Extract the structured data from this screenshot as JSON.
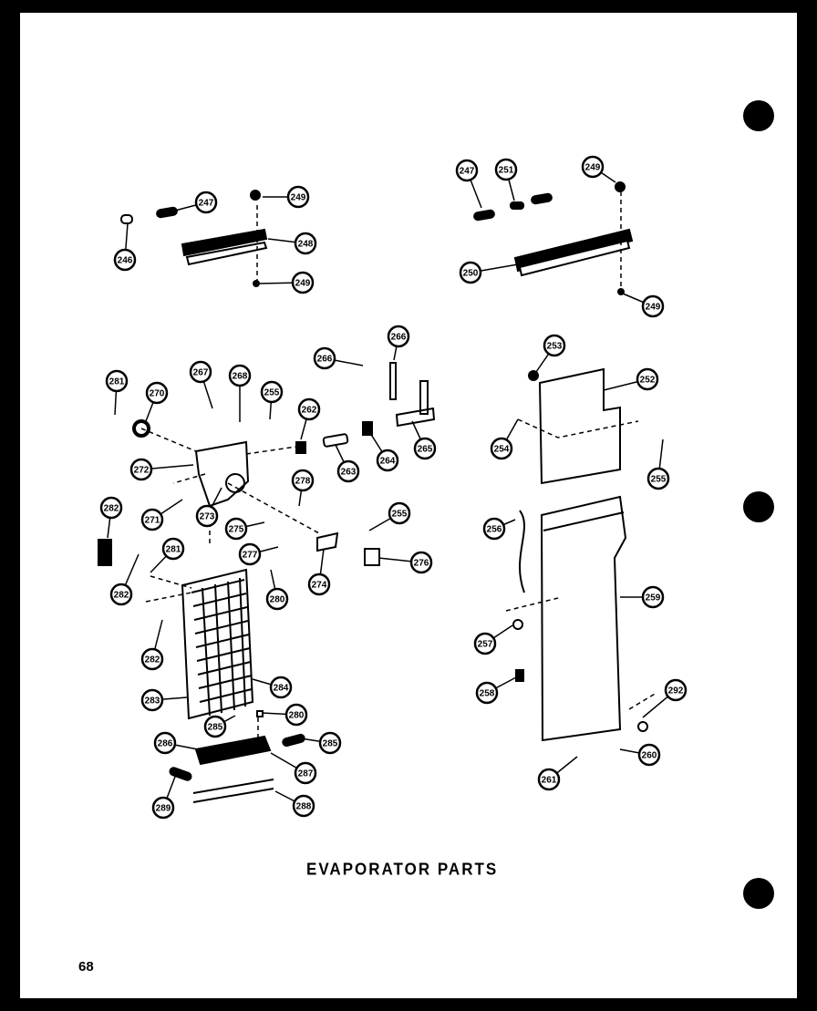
{
  "title": "EVAPORATOR PARTS",
  "page_number": "68",
  "callouts": [
    {
      "label": "247"
    },
    {
      "label": "249"
    },
    {
      "label": "248"
    },
    {
      "label": "249"
    },
    {
      "label": "246"
    },
    {
      "label": "247"
    },
    {
      "label": "251"
    },
    {
      "label": "249"
    },
    {
      "label": "250"
    },
    {
      "label": "249"
    },
    {
      "label": "266"
    },
    {
      "label": "266"
    },
    {
      "label": "253"
    },
    {
      "label": "252"
    },
    {
      "label": "281"
    },
    {
      "label": "270"
    },
    {
      "label": "267"
    },
    {
      "label": "268"
    },
    {
      "label": "255"
    },
    {
      "label": "262"
    },
    {
      "label": "264"
    },
    {
      "label": "263"
    },
    {
      "label": "265"
    },
    {
      "label": "254"
    },
    {
      "label": "255"
    },
    {
      "label": "272"
    },
    {
      "label": "271"
    },
    {
      "label": "273"
    },
    {
      "label": "278"
    },
    {
      "label": "275"
    },
    {
      "label": "255"
    },
    {
      "label": "282"
    },
    {
      "label": "281"
    },
    {
      "label": "277"
    },
    {
      "label": "274"
    },
    {
      "label": "276"
    },
    {
      "label": "256"
    },
    {
      "label": "259"
    },
    {
      "label": "282"
    },
    {
      "label": "280"
    },
    {
      "label": "257"
    },
    {
      "label": "282"
    },
    {
      "label": "284"
    },
    {
      "label": "283"
    },
    {
      "label": "258"
    },
    {
      "label": "285"
    },
    {
      "label": "280"
    },
    {
      "label": "292"
    },
    {
      "label": "286"
    },
    {
      "label": "285"
    },
    {
      "label": "287"
    },
    {
      "label": "261"
    },
    {
      "label": "260"
    },
    {
      "label": "289"
    },
    {
      "label": "288"
    }
  ]
}
